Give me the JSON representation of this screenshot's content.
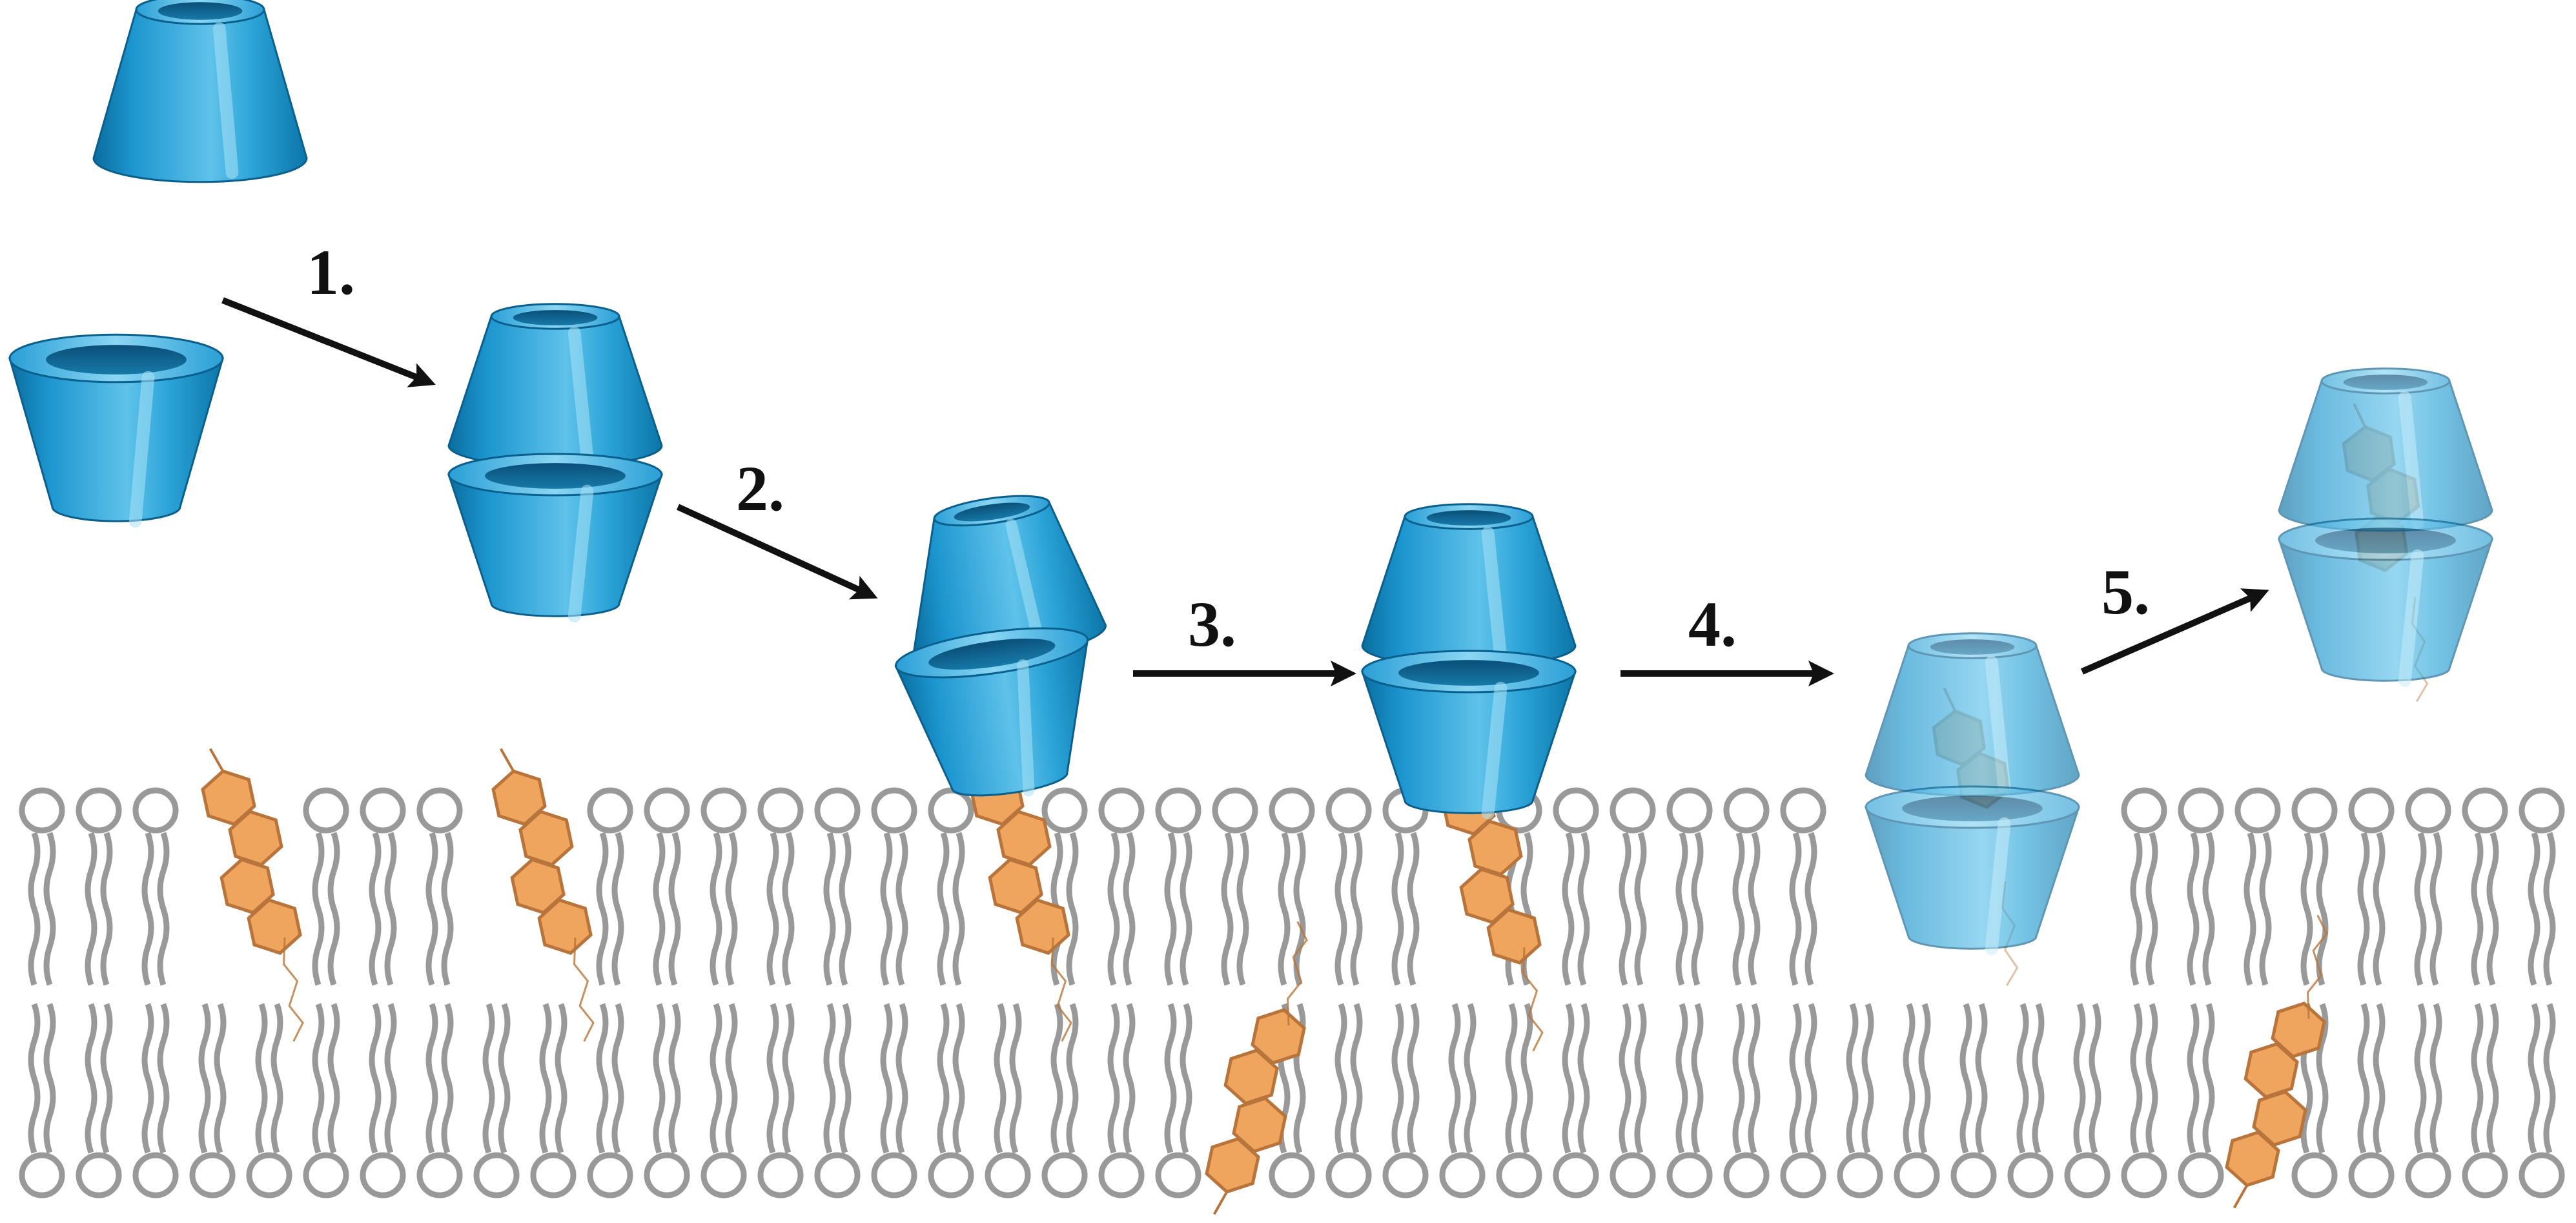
{
  "diagram": {
    "steps": [
      {
        "id": "1",
        "label": "1."
      },
      {
        "id": "2",
        "label": "2."
      },
      {
        "id": "3",
        "label": "3."
      },
      {
        "id": "4",
        "label": "4."
      },
      {
        "id": "5",
        "label": "5."
      }
    ],
    "colors": {
      "cyclodextrin": "#1d96cf",
      "cyclodextrin_dark": "#0c6e9f",
      "cyclodextrin_light": "#79cdee",
      "cholesterol_fill": "#efa55e",
      "cholesterol_stroke": "#b8743a",
      "lipid": "#999999",
      "arrow": "#111111",
      "background": "#ffffff"
    },
    "icons": [
      "cyclodextrin-cone",
      "cyclodextrin-dimer",
      "cholesterol-molecule",
      "lipid-headgroup",
      "lipid-tail",
      "arrow"
    ]
  }
}
